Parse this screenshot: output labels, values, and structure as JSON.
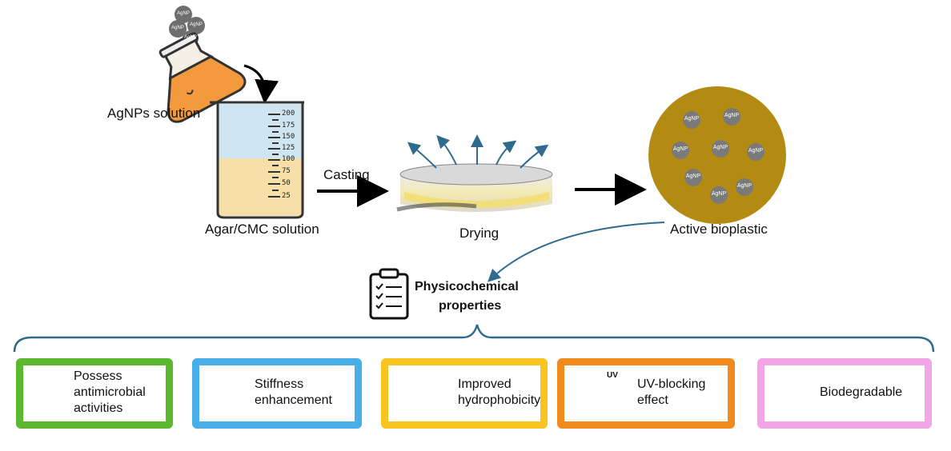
{
  "steps": {
    "agnp_label": "AgNPs solution",
    "agar_label": "Agar/CMC solution",
    "casting_label": "Casting",
    "drying_label": "Drying",
    "bioplastic_label": "Active bioplastic"
  },
  "nanoparticle_label": "AgNP",
  "beaker_scale": [
    "200",
    "175",
    "150",
    "125",
    "100",
    "75",
    "50",
    "25"
  ],
  "properties_title": [
    "Physicochemical",
    "properties"
  ],
  "properties": [
    {
      "lines": [
        "Possess",
        "antimicrobial",
        "activities"
      ],
      "color": "#5cb82e",
      "icon": "bacteria-icon"
    },
    {
      "lines": [
        "Stiffness",
        "enhancement"
      ],
      "color": "#48aee8",
      "icon": "stiffness-icon"
    },
    {
      "lines": [
        "Improved",
        "hydrophobicity"
      ],
      "color": "#f7c51e",
      "icon": "water-drop-icon"
    },
    {
      "lines": [
        "UV-blocking",
        "effect"
      ],
      "color": "#f28b1d",
      "icon": "uv-icon"
    },
    {
      "lines": [
        "Biodegradable"
      ],
      "color": "#f2a6e6",
      "icon": "recycle-icon"
    }
  ],
  "uv_icon_text": "UV",
  "colors": {
    "bioplastic": "#b38b12",
    "nanoparticle": "#7a7a7a",
    "flask_liquid": "#f29a3c",
    "beaker_top": "#cfe6f2",
    "beaker_bottom": "#f6dfa8",
    "curve": "#2f6b8e"
  }
}
